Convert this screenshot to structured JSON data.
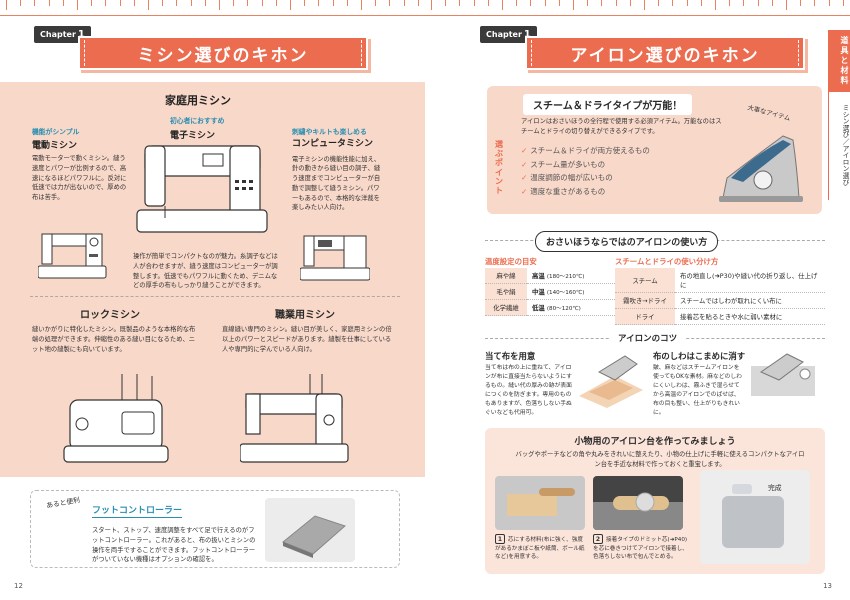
{
  "left": {
    "chapter_label": "Chapter",
    "chapter_num": "1",
    "banner": "ミシン選びのキホン",
    "home_title": "家庭用ミシン",
    "electric": {
      "tag": "機能がシンプル",
      "title": "電動ミシン",
      "body": "電動モーターで動くミシン。縫う速度とパワーが比例するので、高速になるほどパワフルに。反対に低速では力が出ないので、厚めの布は苦手。"
    },
    "electronic": {
      "tag": "初心者におすすめ",
      "title": "電子ミシン",
      "body": "操作が簡単でコンパクトなのが魅力。糸調子などは人が合わせますが、縫う速度はコンピューターが調整します。低速でもパワフルに動くため、デニムなどの厚手の布もしっかり縫うことができます。"
    },
    "computer": {
      "tag": "刺繍やキルトも楽しめる",
      "title": "コンピュータミシン",
      "body": "電子ミシンの機能性能に加え、針の動きから縫い目の調子、縫う速度までコンピューターが自動で調整して縫うミシン。パワーもあるので、本格的な洋裁を楽しみたい人向け。"
    },
    "lock": {
      "title": "ロックミシン",
      "body": "縫いかがりに特化したミシン。既製品のような本格的な布端の処理ができます。伸縮性のある縫い目になるため、ニット地の縫製にも向いています。"
    },
    "pro": {
      "title": "職業用ミシン",
      "body": "直線縫い専門のミシン。縫い目が美しく、家庭用ミシンの倍以上のパワーとスピードがあります。縫製を仕事にしている人や専門的に学んでいる人向け。"
    },
    "foot": {
      "tag": "あると便利",
      "title": "フットコントローラー",
      "body": "スタート、ストップ、速度調整をすべて足で行えるのがフットコントローラー。これがあると、布の扱いとミシンの操作を両手ですることができます。フットコントローラーがついていない機種はオプションの確認を。"
    },
    "page_num": "12"
  },
  "right": {
    "chapter_label": "Chapter",
    "chapter_num": "1",
    "banner": "アイロン選びのキホン",
    "tab_main": "道具と材料",
    "tab_sub": "ミシン選び／アイロン選び",
    "steam": {
      "title": "スチーム＆ドライタイプが万能！",
      "side_label": "選ぶポイント",
      "intro": "アイロンはおさいほうの全行程で使用する必須アイテム。万能なのはスチームとドライの切り替えができるタイプです。",
      "points": [
        "スチーム＆ドライが両方使えるもの",
        "スチーム量が多いもの",
        "温度調節の幅が広いもの",
        "適度な重さがあるもの"
      ],
      "note": "大事なアイテム"
    },
    "usage_title": "おさいほうならではのアイロンの使い方",
    "temp": {
      "heading": "温度設定の目安",
      "rows": [
        {
          "name": "麻や綿",
          "level": "高温",
          "range": "(180〜210℃)"
        },
        {
          "name": "毛や絹",
          "level": "中温",
          "range": "(140〜160℃)"
        },
        {
          "name": "化学繊維",
          "level": "低温",
          "range": "(80〜120℃)"
        }
      ]
    },
    "mode": {
      "heading": "スチームとドライの使い分け方",
      "rows": [
        {
          "name": "スチーム",
          "desc": "布の地直し(➜P30)や縫い代の折り返し、仕上げに"
        },
        {
          "name": "霧吹き→ドライ",
          "desc": "スチームではしわが取れにくい布に"
        },
        {
          "name": "ドライ",
          "desc": "接着芯を貼るときや水に弱い素材に"
        }
      ]
    },
    "tips_title": "アイロンのコツ",
    "tip1": {
      "title": "当て布を用意",
      "body": "当て布は布の上に重ねて、アイロンが布に直接当たらないようにするもの。縫い代の厚みの跡が表面につくのを防ぎます。専用のものもありますが、色落ちしない手ぬぐいなども代用可。"
    },
    "tip2": {
      "title": "布のしわはこまめに消す",
      "body": "皺、麻などはスチームアイロンを使ってもOKな素材。麻などのしわにくいしわは、霧ふきで湿らせてから高温のアイロンでのばせば、布の目も整い、仕上がりもきれいに。"
    },
    "board": {
      "title": "小物用のアイロン台を作ってみましょう",
      "intro": "バッグやポーチなどの角や丸みをきれいに整えたり、小物の仕上げに手軽に使えるコンパクトなアイロン台を手近な材料で作っておくと重宝します。",
      "step1": "芯にする材料(布に強く、強度があるかまぼこ板や紙筒、ボール紙など)を用意する。",
      "step2": "接着タイプのドミット芯(➜P40)を芯に巻きつけてアイロンで接着し、色落ちしない布で包んでとめる。",
      "done": "完成"
    },
    "page_num": "13"
  }
}
